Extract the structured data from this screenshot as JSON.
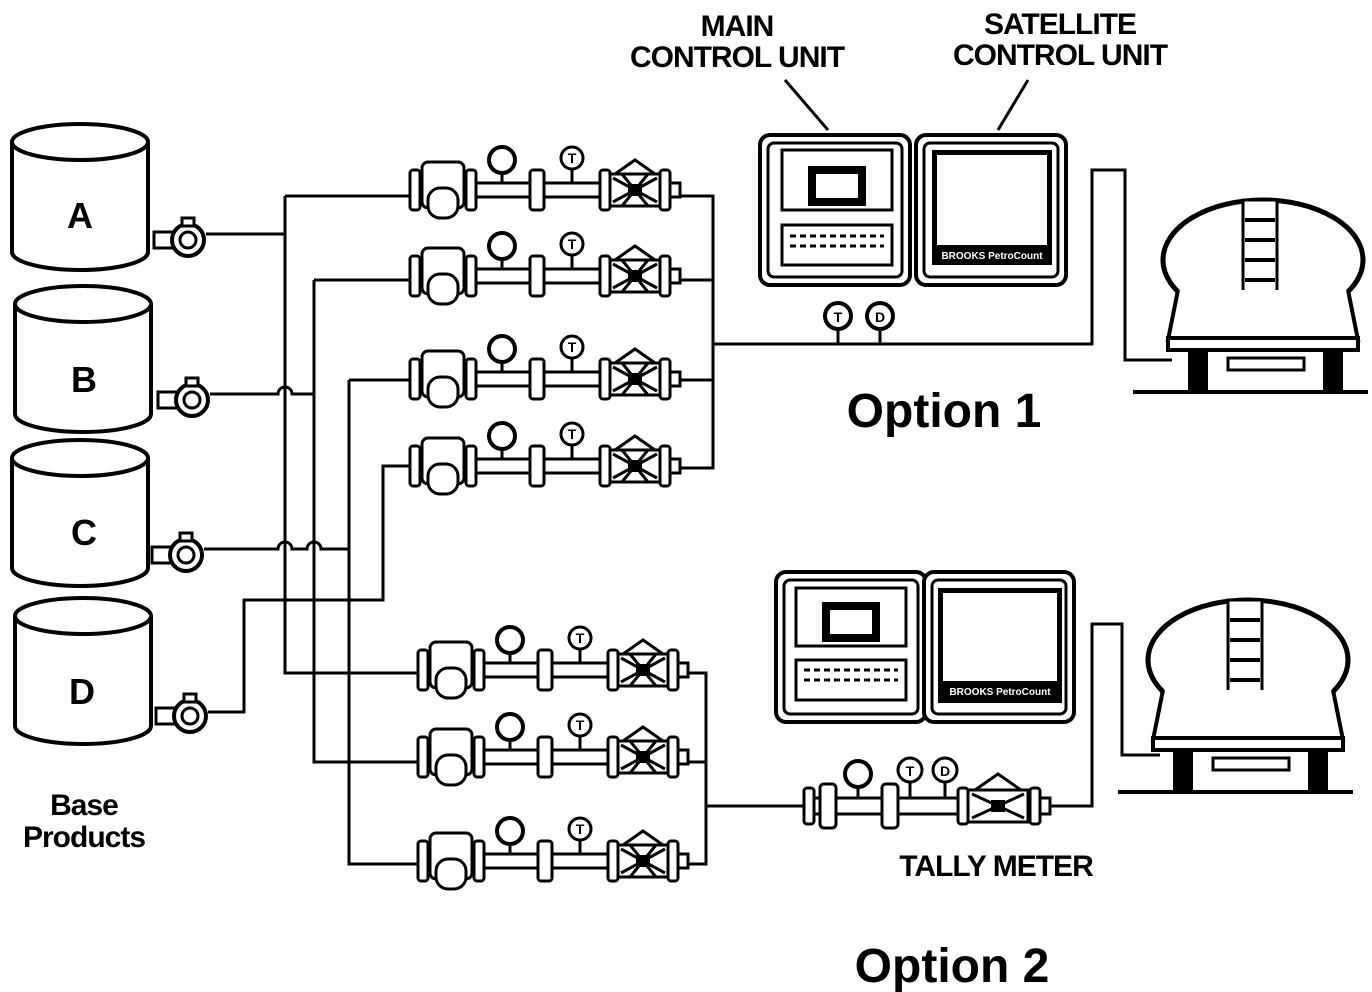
{
  "labels": {
    "main_control_unit": [
      "MAIN",
      "CONTROL UNIT"
    ],
    "satellite_control_unit": [
      "SATELLITE",
      "CONTROL UNIT"
    ],
    "option1": "Option 1",
    "option2": "Option 2",
    "base_products": [
      "Base",
      "Products"
    ],
    "tally_meter": "TALLY METER"
  },
  "tanks": [
    "A",
    "B",
    "C",
    "D"
  ],
  "brand": "BROOKS PetroCount",
  "gauge_letters": {
    "temperature": "T",
    "density": "D"
  }
}
